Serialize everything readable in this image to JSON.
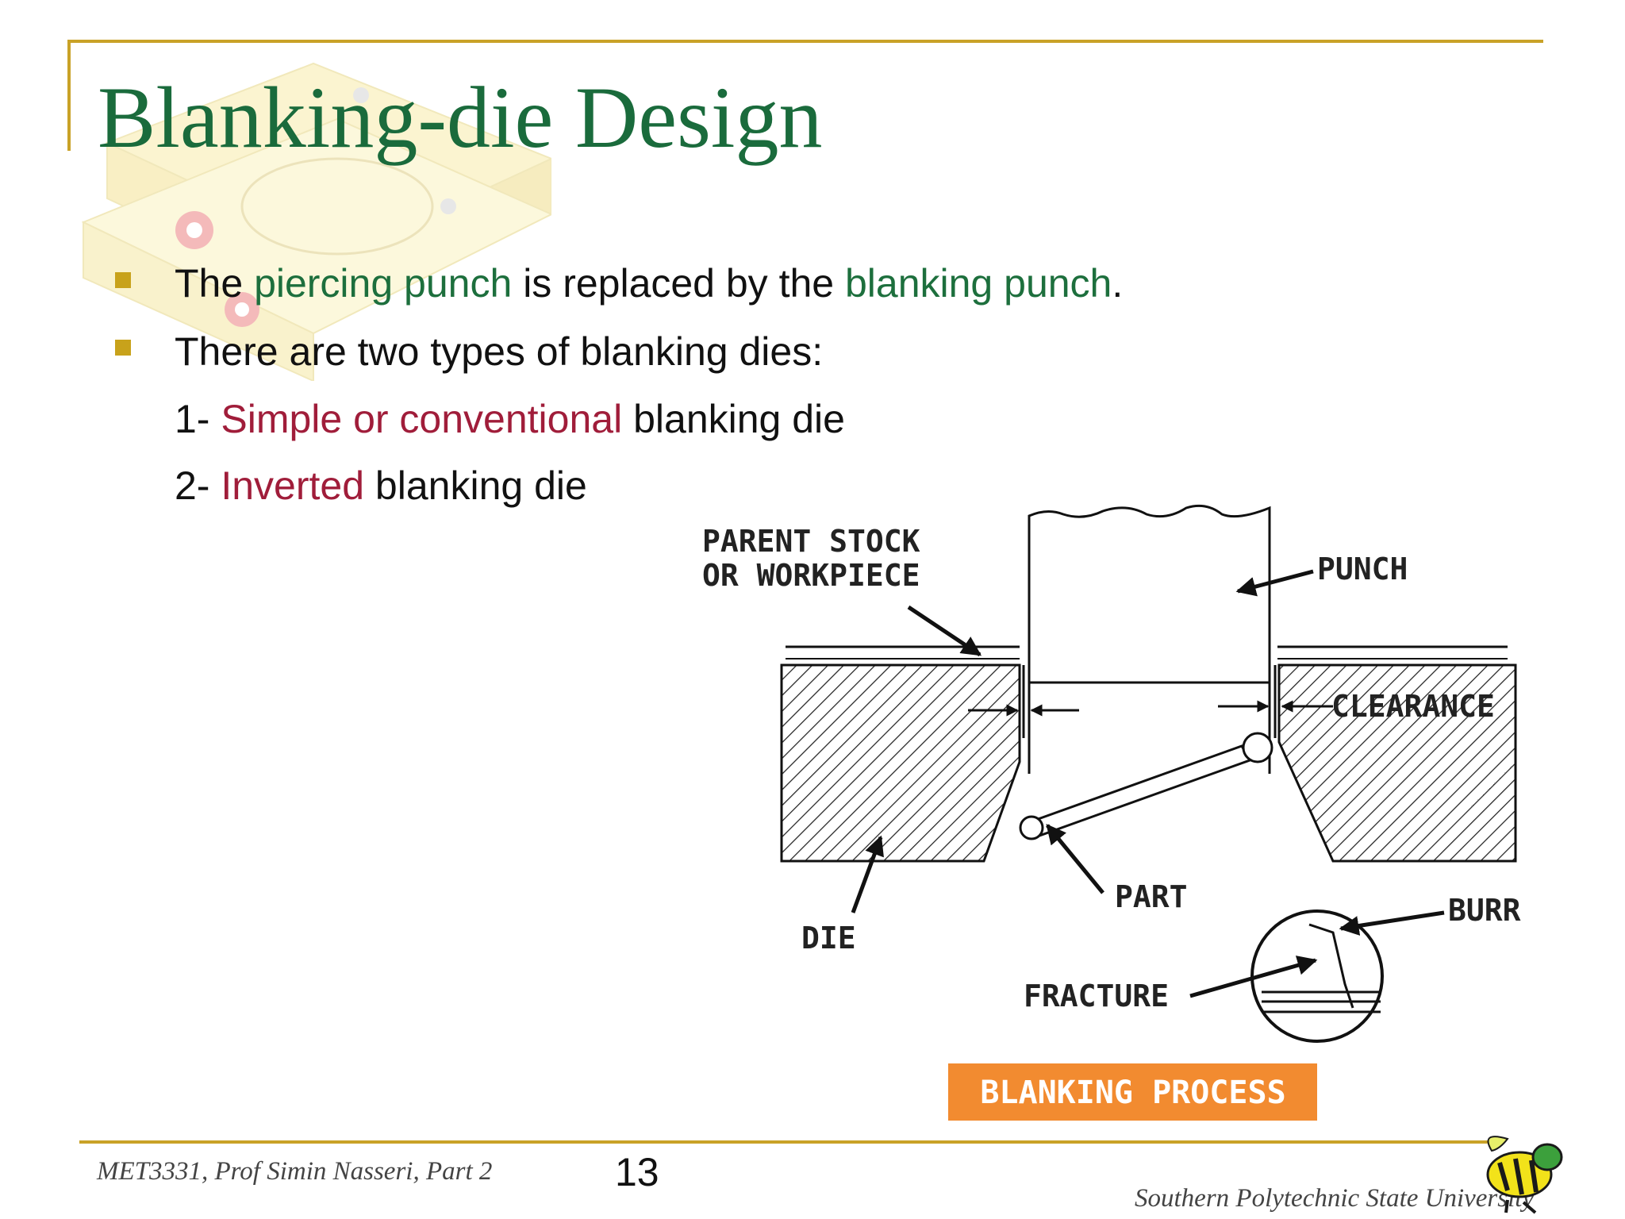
{
  "slide": {
    "title": "Blanking-die Design",
    "bullets": [
      {
        "before": "The ",
        "highlight1": "piercing punch",
        "middle": " is replaced by the ",
        "highlight2": "blanking punch",
        "after": "."
      },
      {
        "text": "There are two types of blanking dies:"
      }
    ],
    "subitems": [
      {
        "prefix": "1- ",
        "highlight": "Simple or conventional",
        "suffix": " blanking die"
      },
      {
        "prefix": "2- ",
        "highlight": "Inverted",
        "suffix": " blanking die"
      }
    ]
  },
  "diagram": {
    "labels": {
      "parent_stock_line1": "PARENT STOCK",
      "parent_stock_line2": "OR WORKPIECE",
      "punch": "PUNCH",
      "clearance": "CLEARANCE",
      "part": "PART",
      "die": "DIE",
      "burr": "BURR",
      "fracture": "FRACTURE"
    },
    "caption": "BLANKING PROCESS"
  },
  "footer": {
    "course": "MET3331, Prof Simin Nasseri, Part 2",
    "page_number": "13",
    "university": "Southern Polytechnic State University"
  },
  "colors": {
    "title": "#1a6b3c",
    "highlight_green": "#1d6f3d",
    "highlight_red": "#a01d3a",
    "rule": "#c9a227",
    "caption_bg": "#f28b30"
  }
}
